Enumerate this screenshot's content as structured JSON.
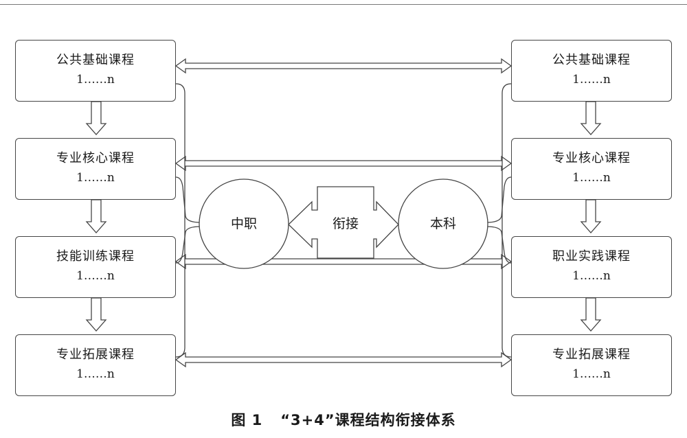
{
  "left_column": [
    {
      "name": "公共基础课程",
      "range": "1……n"
    },
    {
      "name": "专业核心课程",
      "range": "1……n"
    },
    {
      "name": "技能训练课程",
      "range": "1……n"
    },
    {
      "name": "专业拓展课程",
      "range": "1……n"
    }
  ],
  "right_column": [
    {
      "name": "公共基础课程",
      "range": "1……n"
    },
    {
      "name": "专业核心课程",
      "range": "1……n"
    },
    {
      "name": "职业实践课程",
      "range": "1……n"
    },
    {
      "name": "专业拓展课程",
      "range": "1……n"
    }
  ],
  "center": {
    "left_circle": "中职",
    "connector": "衔接",
    "right_circle": "本科"
  },
  "caption": {
    "figure_no": "图 1",
    "title": "“3+4”课程结构衔接体系"
  }
}
